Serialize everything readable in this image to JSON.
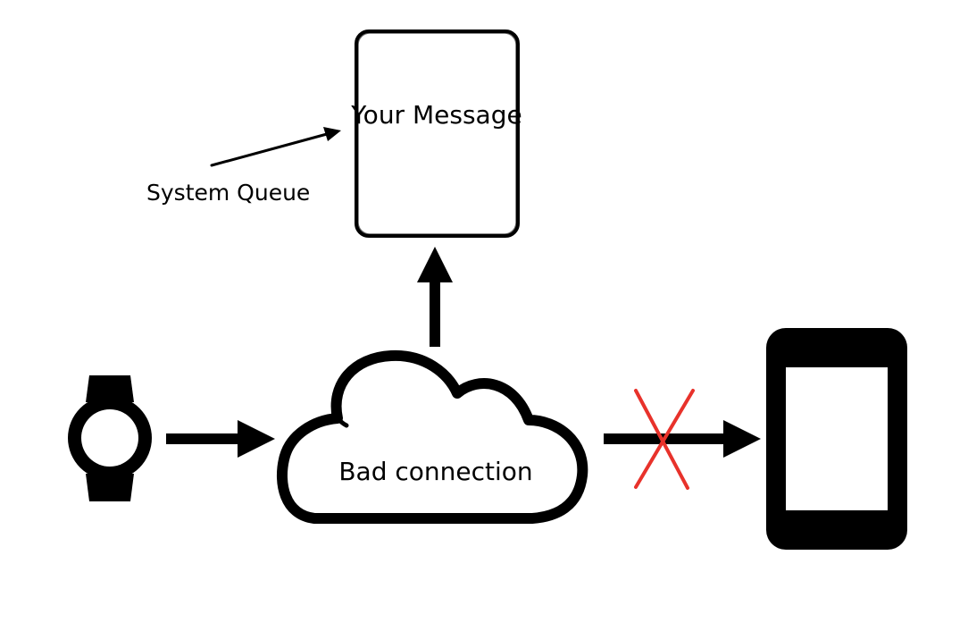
{
  "message_box": {
    "label": "Your Message"
  },
  "queue": {
    "label": "System Queue"
  },
  "cloud": {
    "label": "Bad connection"
  },
  "devices": {
    "source": "smartwatch-icon",
    "target": "phone-icon"
  },
  "colors": {
    "ink": "#000000",
    "fail_mark": "#e8322b",
    "background": "#ffffff"
  }
}
